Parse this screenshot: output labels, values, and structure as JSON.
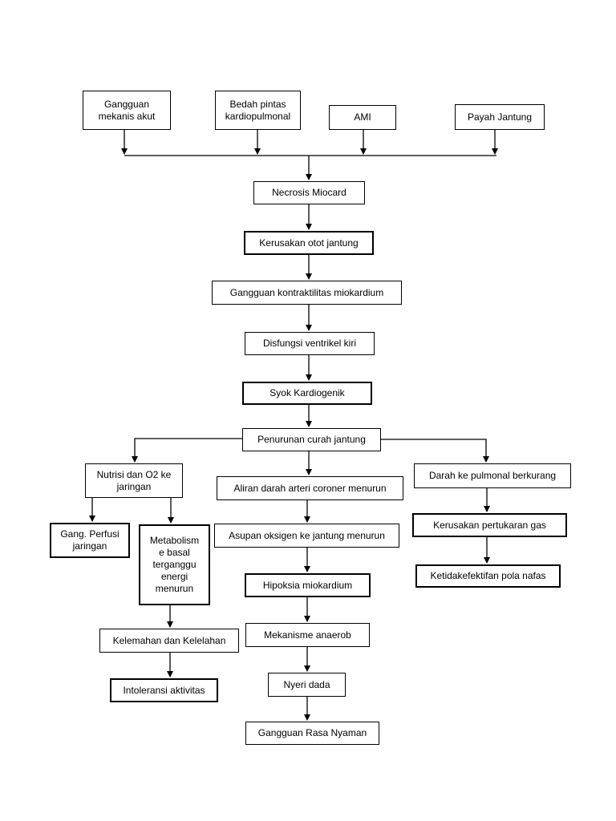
{
  "flowchart": {
    "causes": {
      "c1": "Gangguan\nmekanis akut",
      "c2": "Bedah pintas\nkardiopulmonal",
      "c3": "AMI",
      "c4": "Payah Jantung"
    },
    "main": {
      "necrosis": "Necrosis Miocard",
      "kerusakan_otot": "Kerusakan otot jantung",
      "kontraktilitas": "Gangguan kontraktilitas miokardium",
      "disfungsi": "Disfungsi ventrikel kiri",
      "syok": "Syok Kardiogenik",
      "curah": "Penurunan curah jantung"
    },
    "left": {
      "nutrisi": "Nutrisi dan O2 ke\njaringan",
      "perfusi": "Gang. Perfusi\njaringan",
      "metabolisme": "Metabolism\ne basal\nterganggu\nenergi\nmenurun",
      "kelemahan": "Kelemahan dan Kelelahan",
      "intoleransi": "Intoleransi aktivitas"
    },
    "center": {
      "aliran": "Aliran darah arteri coroner menurun",
      "asupan": "Asupan oksigen ke jantung menurun",
      "hipoksia": "Hipoksia miokardium",
      "anaerob": "Mekanisme anaerob",
      "nyeri": "Nyeri dada",
      "nyaman": "Gangguan Rasa Nyaman"
    },
    "right": {
      "darah": "Darah ke pulmonal berkurang",
      "pertukaran": "Kerusakan pertukaran gas",
      "pola": "Ketidakefektifan pola nafas"
    }
  }
}
